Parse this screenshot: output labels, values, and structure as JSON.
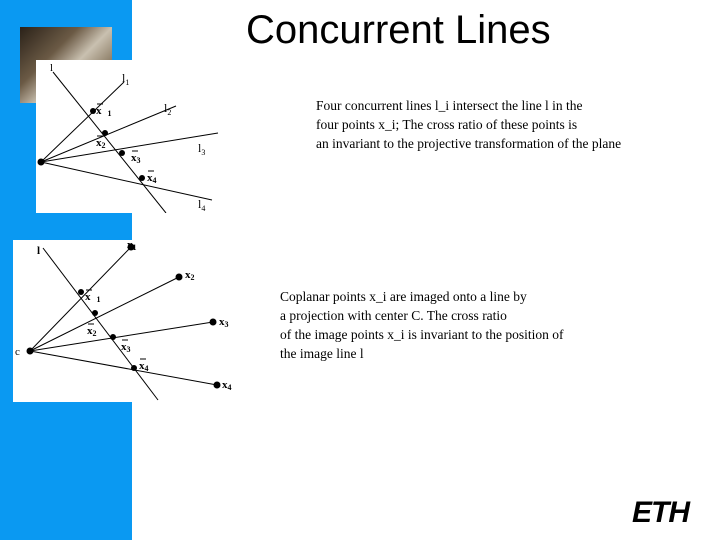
{
  "slide": {
    "title": "Concurrent Lines",
    "paragraph1": [
      "Four concurrent lines l_i intersect the line l in the",
      "four points x_i; The cross ratio of these points is",
      "an invariant to the projective transformation of the plane"
    ],
    "paragraph2": [
      "Coplanar points x_i are imaged onto a line by",
      "a projection with center C. The cross ratio",
      "of the image points x_i is invariant to the position of",
      "the image line l"
    ],
    "logo": "ETH"
  },
  "figure1": {
    "line_label": "l",
    "line_labels": [
      "l",
      "l",
      "l",
      "l"
    ],
    "line_subscripts": [
      "1",
      "2",
      "3",
      "4"
    ],
    "point_labels": [
      "x",
      "x",
      "x",
      "x"
    ],
    "point_subscripts": [
      "1",
      "2",
      "3",
      "4"
    ]
  },
  "figure2": {
    "line_label": "l",
    "center_label": "c",
    "image_labels": [
      "x",
      "x",
      "x",
      "x"
    ],
    "image_subscripts": [
      "1",
      "2",
      "3",
      "4"
    ],
    "world_labels": [
      "x",
      "x",
      "x",
      "x"
    ],
    "world_subscripts": [
      "1",
      "2",
      "3",
      "4"
    ]
  },
  "colors": {
    "sidebar": "#0a99f2",
    "background": "#ffffff",
    "ink": "#000000"
  }
}
